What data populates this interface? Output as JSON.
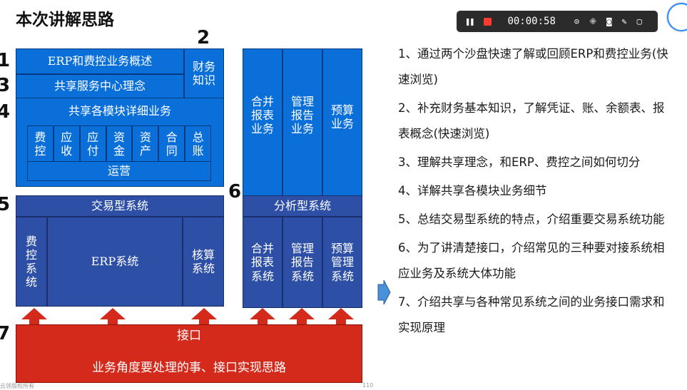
{
  "slide": {
    "title": "本次讲解思路",
    "numbers": [
      "1",
      "2",
      "3",
      "4",
      "5",
      "6",
      "7"
    ]
  },
  "recorder": {
    "time": "00:00:58",
    "icons": [
      "pause-icon",
      "stop-icon",
      "focus-icon",
      "settings-icon",
      "camera-icon",
      "pen-icon",
      "minimize-icon"
    ]
  },
  "diagram": {
    "erp_overview": "ERP和费控业务概述",
    "finance_knowledge": "财务知识",
    "ssc_concept": "共享服务中心理念",
    "modules_detail": "共享各模块详细业务",
    "modules": [
      "费控",
      "应收",
      "应付",
      "资金",
      "资产",
      "合同",
      "总账"
    ],
    "operation": "运营",
    "analysis_business": [
      "合并报表业务",
      "管理报告业务",
      "预算业务"
    ],
    "transaction_system": "交易型系统",
    "analysis_system": "分析型系统",
    "transaction_sub": {
      "expense": "费控系统",
      "erp": "ERP系统",
      "accounting": "核算系统"
    },
    "analysis_sub": [
      "合并报表系统",
      "管理报告系统",
      "预算管理系统"
    ],
    "interface": "接口",
    "interface_sub": "业务角度要处理的事、接口实现思路",
    "footer_left": "云领版权所有",
    "footer_page": "110"
  },
  "outline": [
    "1、通过两个沙盘快速了解或回顾ERP和费控业务(快速浏览)",
    "2、补充财务基本知识，了解凭证、账、余额表、报表概念(快速浏览)",
    "3、理解共享理念，和ERP、费控之间如何切分",
    "4、详解共享各模块业务细节",
    "5、总结交易型系统的特点，介绍重要交易系统功能",
    "6、为了讲清楚接口，介绍常见的三种要对接系统相应业务及系统大体功能",
    "7、介绍共享与各种常见系统之间的业务接口需求和实现原理"
  ],
  "colors": {
    "blue": "#0a6fd9",
    "navy": "#2e4fa6",
    "red": "#d32a1c"
  }
}
